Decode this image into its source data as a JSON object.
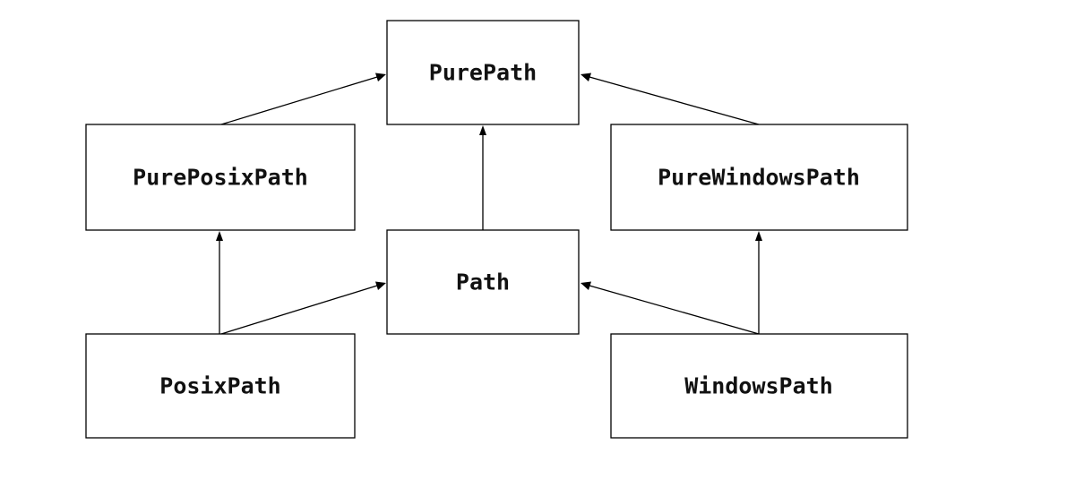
{
  "diagram": {
    "nodes": {
      "pure_path": "PurePath",
      "pure_posix_path": "PurePosixPath",
      "pure_windows_path": "PureWindowsPath",
      "path": "Path",
      "posix_path": "PosixPath",
      "windows_path": "WindowsPath"
    },
    "edges": [
      {
        "from": "pure_posix_path",
        "to": "pure_path"
      },
      {
        "from": "pure_windows_path",
        "to": "pure_path"
      },
      {
        "from": "path",
        "to": "pure_path"
      },
      {
        "from": "posix_path",
        "to": "pure_posix_path"
      },
      {
        "from": "posix_path",
        "to": "path"
      },
      {
        "from": "windows_path",
        "to": "path"
      },
      {
        "from": "windows_path",
        "to": "pure_windows_path"
      }
    ],
    "colors": {
      "stroke": "#000000",
      "background": "#ffffff",
      "text": "#111111"
    }
  }
}
